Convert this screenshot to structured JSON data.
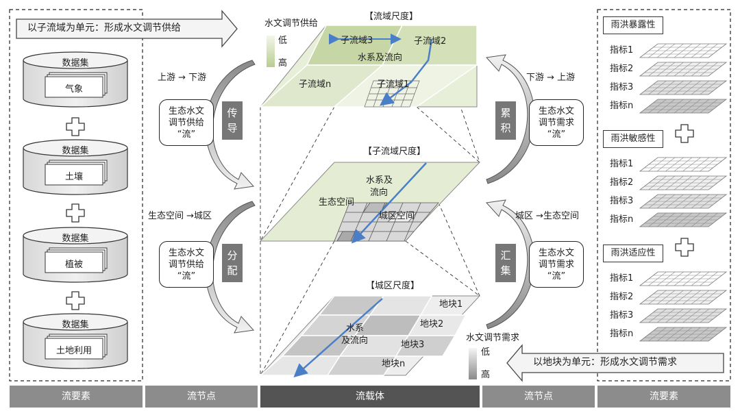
{
  "left_banner": "以子流域为单元：形成水文调节供给",
  "right_banner": "以地块为单元：形成水文调节需求",
  "datasets": [
    {
      "title": "数据集",
      "label": "气象"
    },
    {
      "title": "数据集",
      "label": "土壤"
    },
    {
      "title": "数据集",
      "label": "植被"
    },
    {
      "title": "数据集",
      "label": "土地利用"
    }
  ],
  "supply_legend": {
    "title": "水文调节供给",
    "low": "低",
    "high": "高"
  },
  "demand_legend": {
    "title": "水文调节需求",
    "low": "低",
    "high": "高"
  },
  "left_flows": [
    {
      "direction": "上游 → 下游",
      "box": [
        "生态水文",
        "调节供给",
        "“流”"
      ],
      "tag": [
        "传",
        "导"
      ]
    },
    {
      "direction": "生态空间 →城区",
      "box": [
        "生态水文",
        "调节供给",
        "“流”"
      ],
      "tag": [
        "分",
        "配"
      ]
    }
  ],
  "right_flows": [
    {
      "direction": "下游 → 上游",
      "box": [
        "生态水文",
        "调节需求",
        "“流”"
      ],
      "tag": [
        "累",
        "积"
      ]
    },
    {
      "direction": "城区 →生态空间",
      "box": [
        "生态水文",
        "调节需求",
        "“流”"
      ],
      "tag": [
        "汇",
        "集"
      ]
    }
  ],
  "layers": {
    "basin": {
      "title": "【流域尺度】",
      "labels": [
        "子流域3",
        "子流域2",
        "水系及流向",
        "子流域n",
        "子流域1"
      ]
    },
    "subbasin": {
      "title": "【子流域尺度】",
      "labels": [
        "水系及",
        "流向",
        "生态空间",
        "城区空间"
      ]
    },
    "urban": {
      "title": "【城区尺度】",
      "labels": [
        "地块1",
        "地块2",
        "水系",
        "及流向",
        "地块3",
        "地块n"
      ]
    }
  },
  "risk_groups": [
    {
      "title": "雨洪暴露性",
      "indicators": [
        "指标1",
        "指标2",
        "指标3",
        "指标n"
      ]
    },
    {
      "title": "雨洪敏感性",
      "indicators": [
        "指标1",
        "指标2",
        "指标3",
        "指标n"
      ]
    },
    {
      "title": "雨洪适应性",
      "indicators": [
        "指标1",
        "指标2",
        "指标3",
        "指标n"
      ]
    }
  ],
  "footer": [
    "流要素",
    "流节点",
    "流载体",
    "流节点",
    "流要素"
  ],
  "colors": {
    "green_light": "#e3ecd0",
    "green_dark": "#c3d4a0",
    "flow_arrow": "#4a7fc8",
    "footer": "#8c8c8c",
    "footer_center": "#545454"
  }
}
